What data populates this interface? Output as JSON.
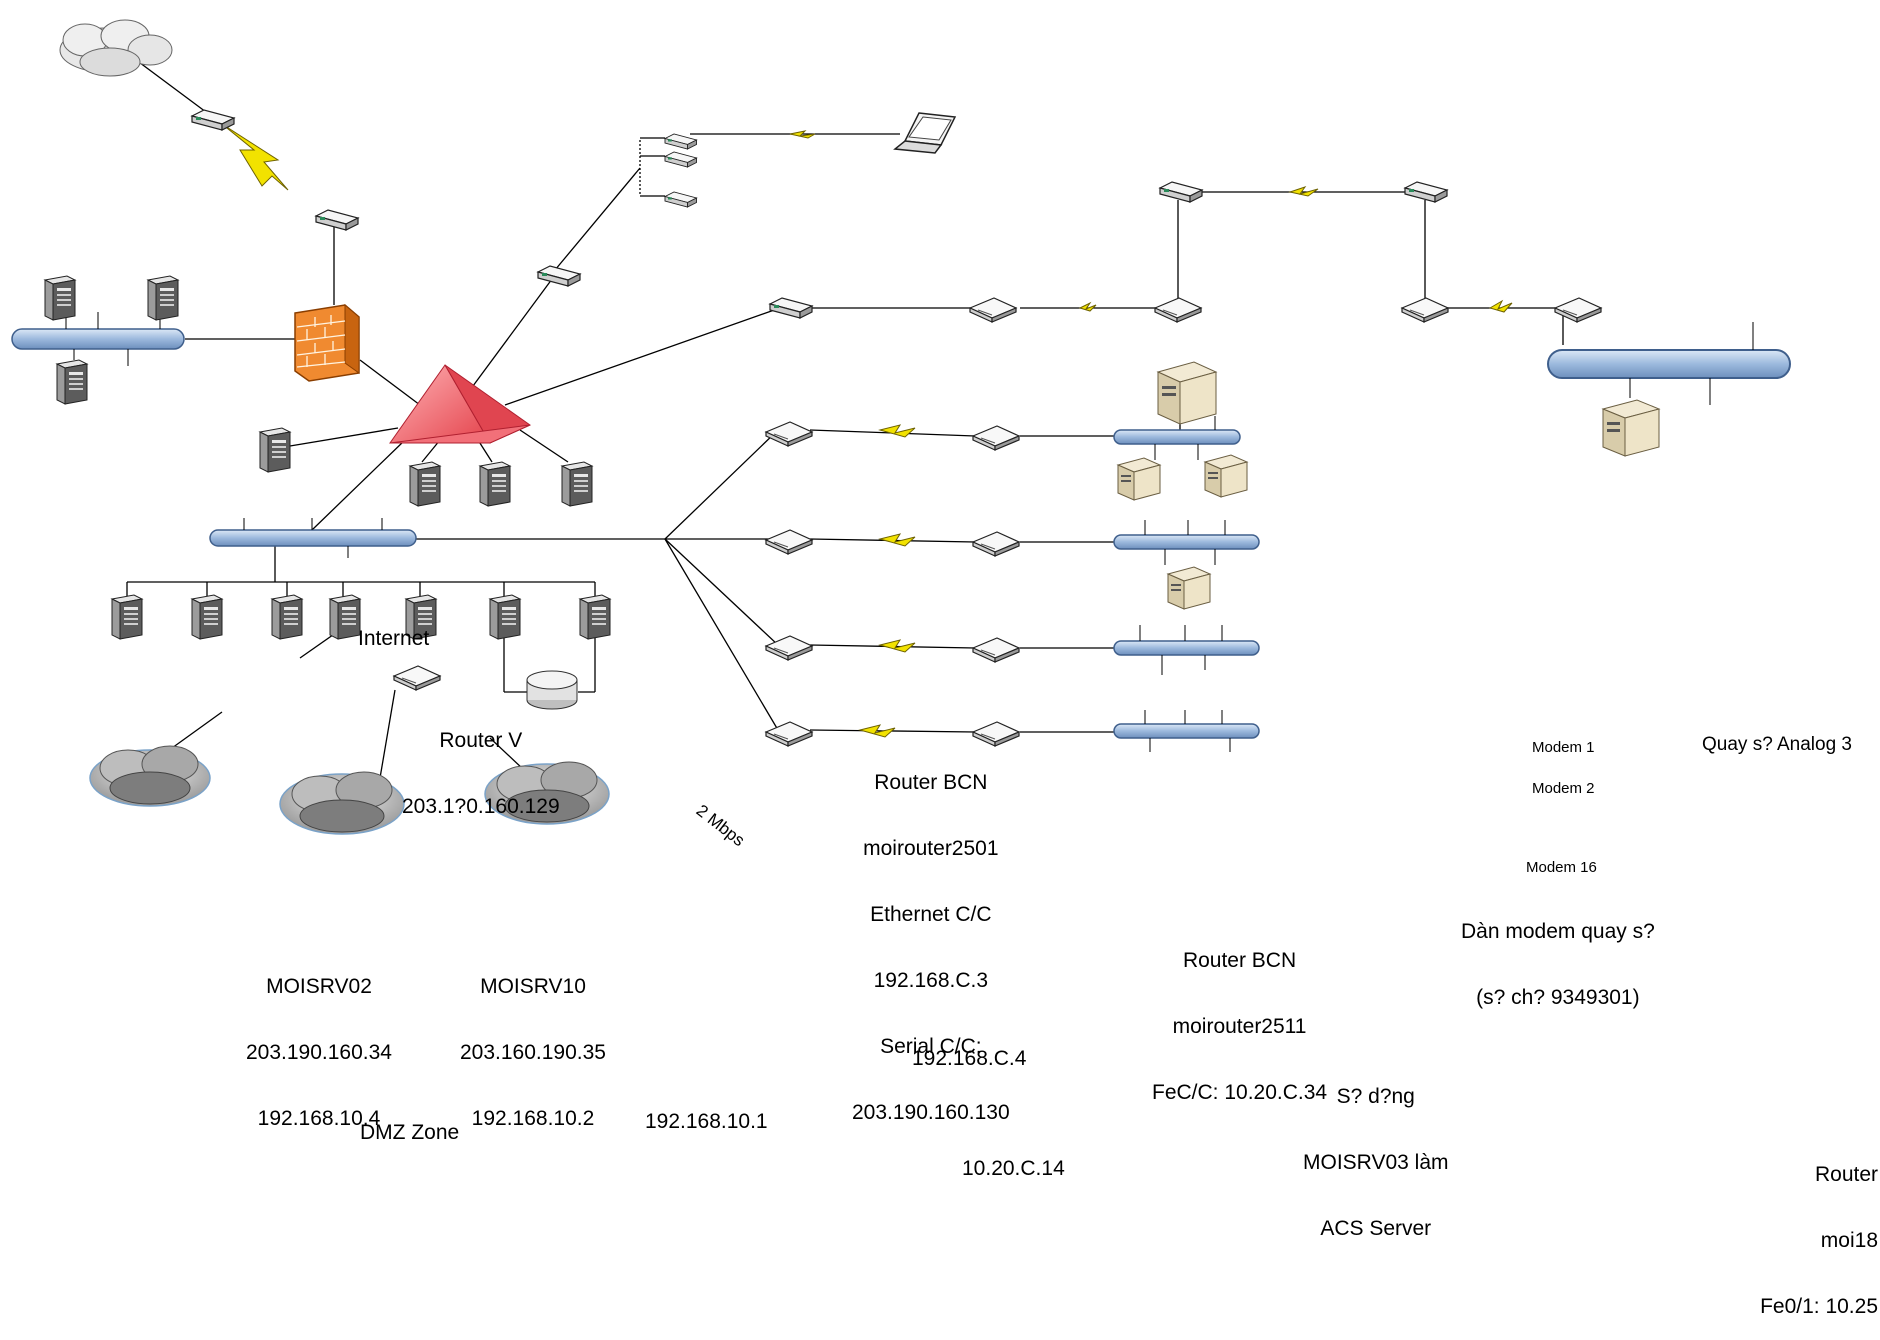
{
  "colors": {
    "link": "#000000",
    "serial_link": "#f2e200",
    "bus_fill": "#a9c3e3",
    "bus_stroke": "#4a6a95",
    "firewall": "#f08a30",
    "hub": "#f26a70",
    "server_beige": "#e6dcc2",
    "cloud": "#8a8a8a"
  },
  "icons": {
    "cloud": "cloud-icon",
    "router": "router-icon",
    "modem": "modem-icon",
    "firewall": "firewall-icon",
    "hub": "hub-icon",
    "server": "server-tower-icon",
    "host": "host-computer-icon",
    "laptop": "laptop-icon",
    "disk": "disk-storage-icon",
    "bus": "ethernet-bus-icon"
  },
  "labels": {
    "internet": "Internet",
    "router_main": [
      "Router V",
      "203.1?0.160.129"
    ],
    "bandwidth": "2 Mbps",
    "router_bcn_2501": [
      "Router BCN",
      "moirouter2501",
      "Ethernet C/C",
      "192.168.C.3",
      "Serial C/C:",
      "203.190.160.130"
    ],
    "moisrv02": [
      "MOISRV02",
      "203.190.160.34",
      "192.168.10.4"
    ],
    "moisrv10": [
      "MOISRV10",
      "203.160.190.35",
      "192.168.10.2"
    ],
    "dmz_zone": "DMZ Zone",
    "ip_10_1": "192.168.10.1",
    "ip_0_4": "192.168.C.4",
    "ip_10_20": "10.20.C.14",
    "router_bcn_2511": [
      "Router BCN",
      "moirouter2511",
      "FeC/C: 10.20.C.34"
    ],
    "acs_server": [
      "S? d?ng",
      "MOISRV03 làm",
      "ACS Server"
    ],
    "modem_1": "Modem 1",
    "modem_2": "Modem 2",
    "modem_16": "Modem 16",
    "modem_bank": [
      "Dàn modem quay s?",
      "(s? ch? 9349301)"
    ],
    "analog_dial": "Quay s? Analog 3",
    "router_bottom_right": [
      "Router",
      "moi18",
      "Fe0/1: 10.25"
    ]
  }
}
